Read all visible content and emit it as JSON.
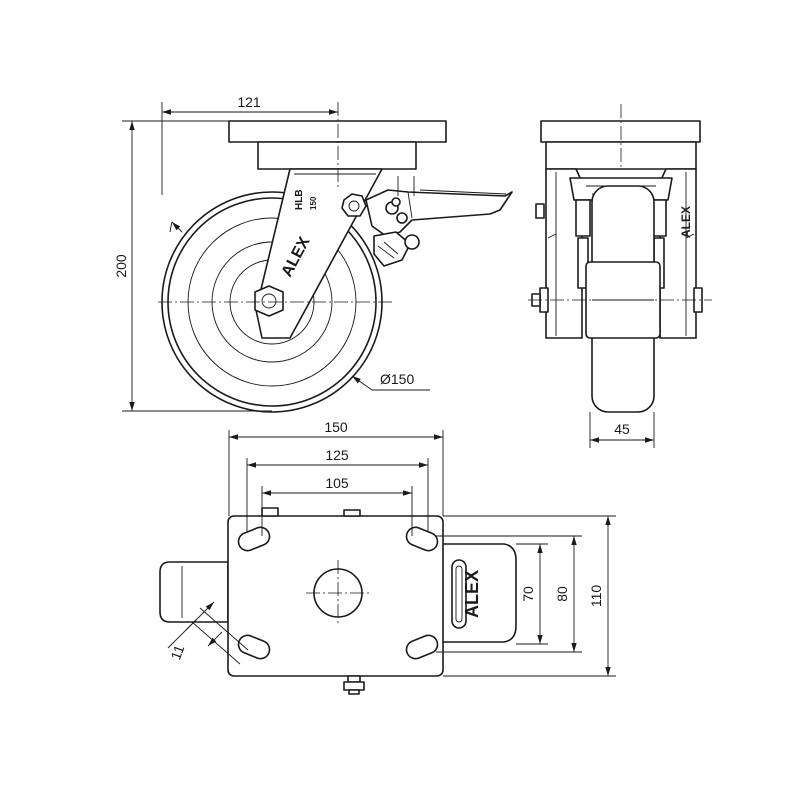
{
  "dimensions": {
    "mount_offset": "121",
    "total_height": "200",
    "wheel_diameter": "Ø150",
    "wheel_width": "45",
    "plate_length": "150",
    "hole_spacing_outer": "125",
    "hole_spacing_inner": "105",
    "slot_width": "11",
    "plate_width": "110",
    "hole_spacing_width_outer": "80",
    "hole_spacing_width_inner": "70"
  },
  "markings": {
    "brand": "ALEX",
    "model_top": "HLB",
    "model_bottom": "150"
  },
  "colors": {
    "line": "#1a1a1a",
    "background": "#ffffff"
  }
}
